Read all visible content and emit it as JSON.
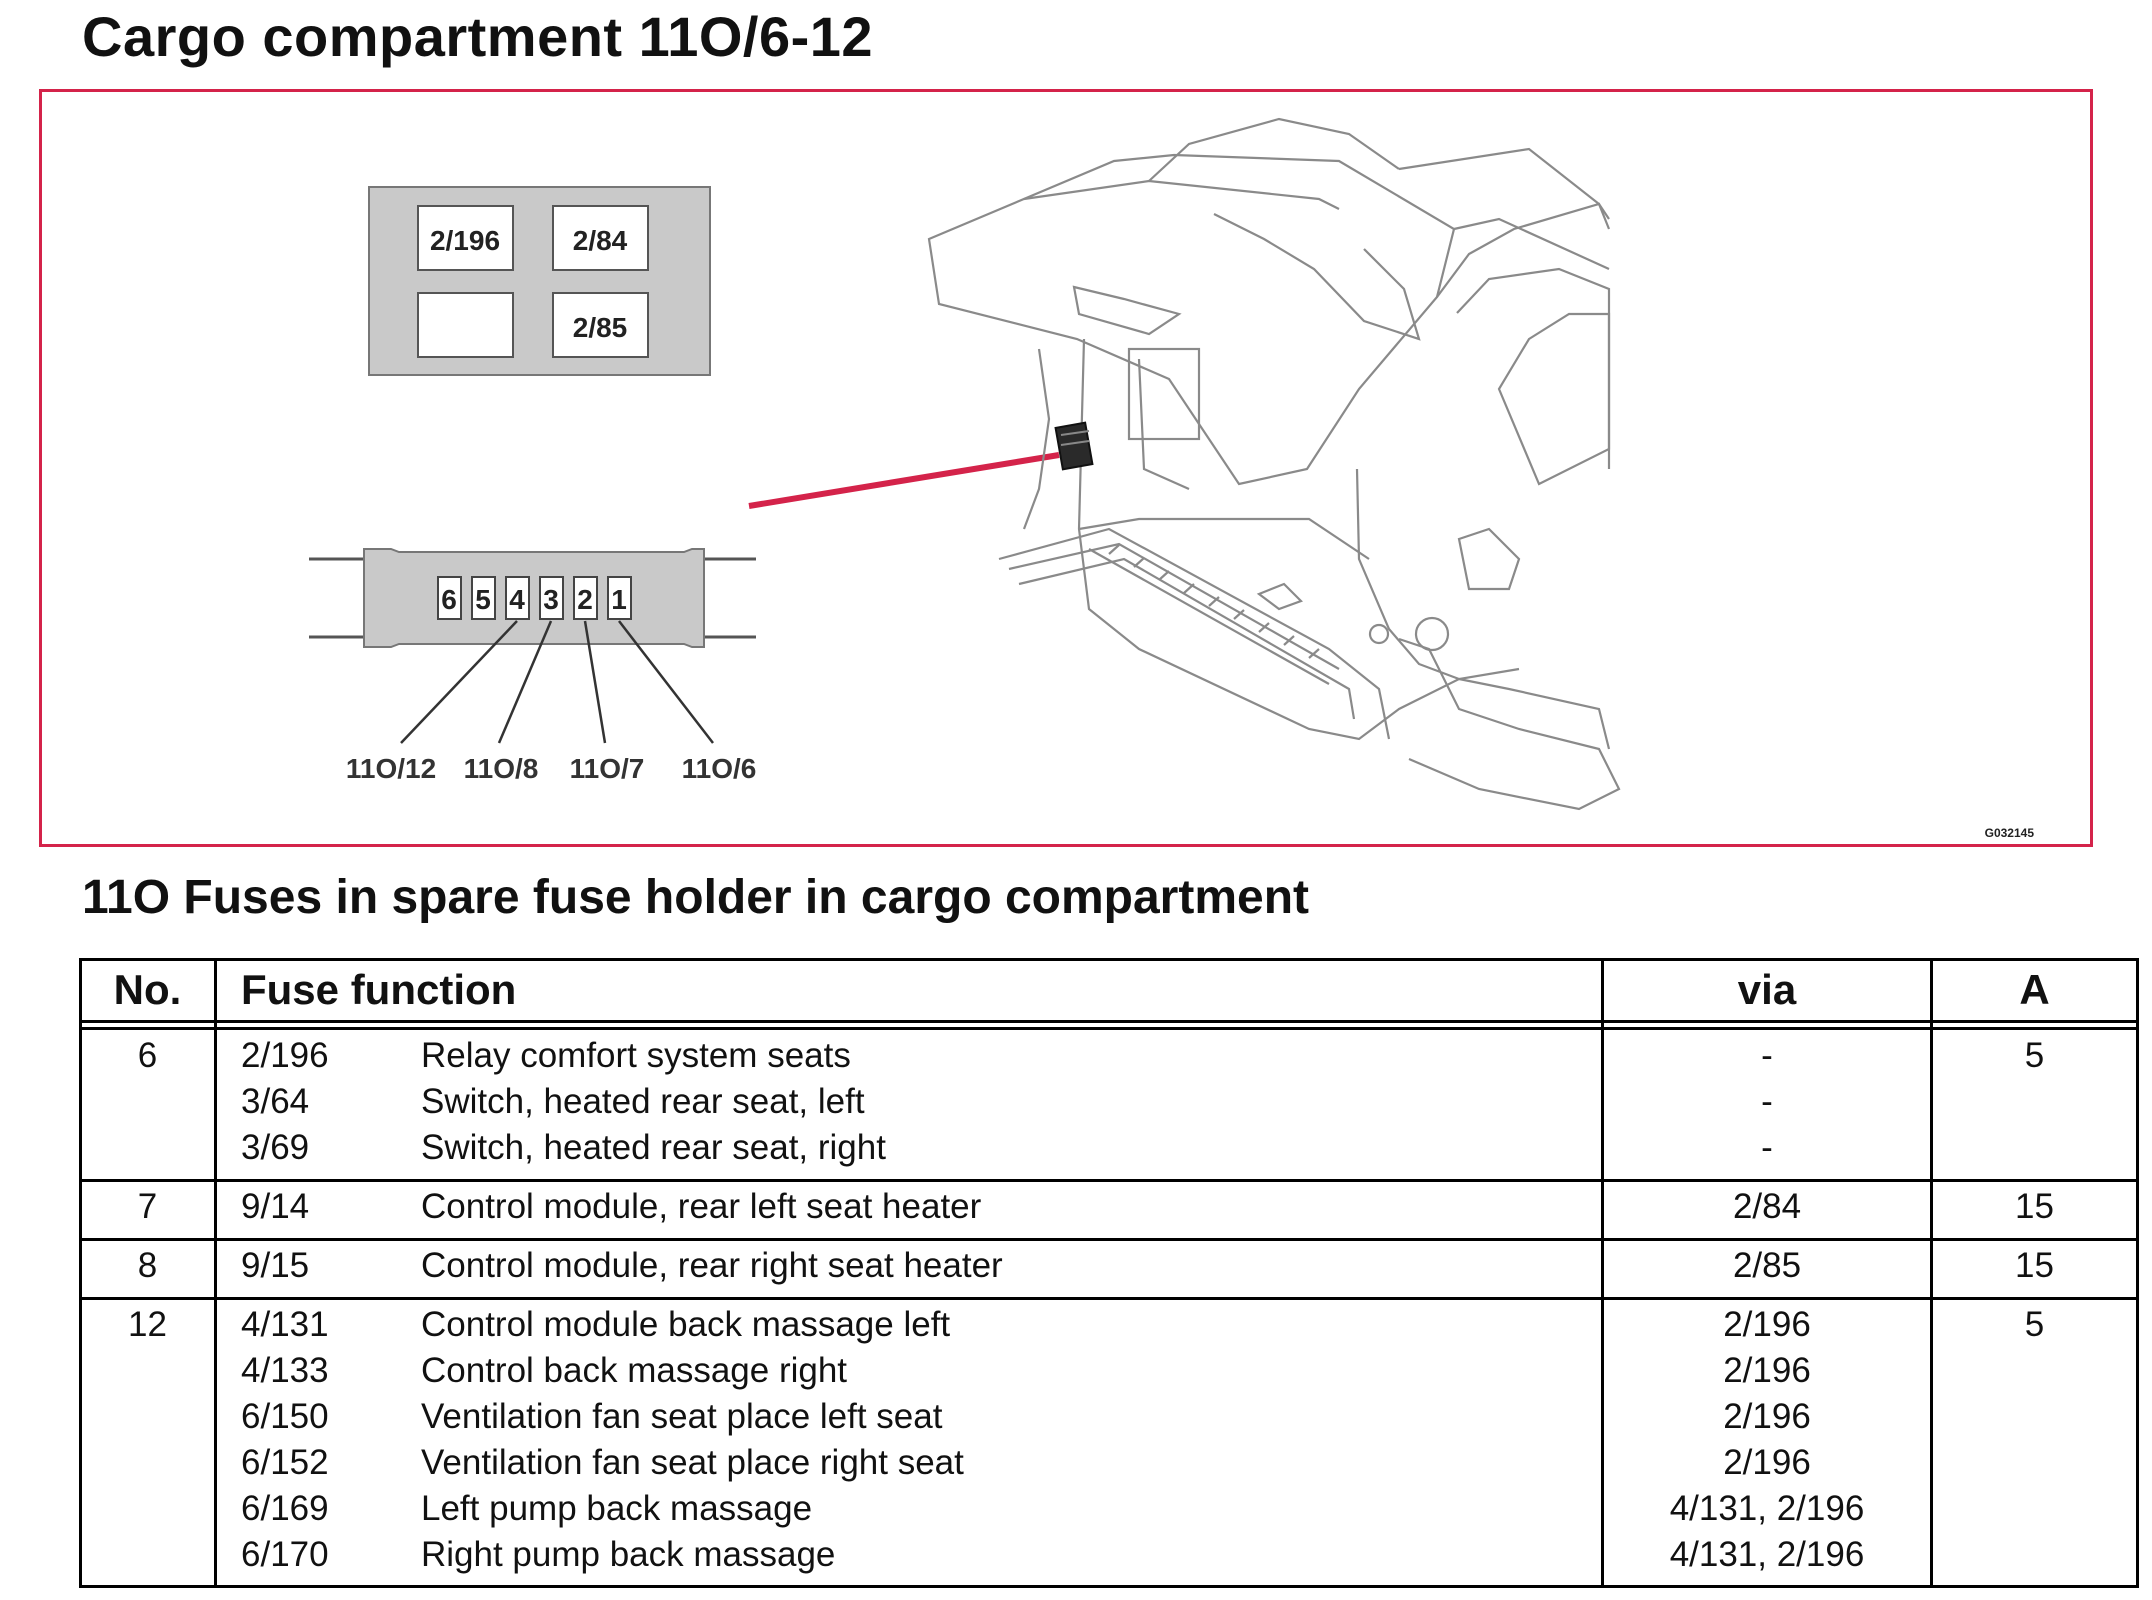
{
  "title": "Cargo compartment 11O/6-12",
  "figure": {
    "box_labels": [
      "2/196",
      "2/84",
      "",
      "2/85"
    ],
    "fuse_slots": [
      "6",
      "5",
      "4",
      "3",
      "2",
      "1"
    ],
    "callouts": [
      "11O/12",
      "11O/8",
      "11O/7",
      "11O/6"
    ],
    "code": "G032145"
  },
  "section_title": "11O Fuses in spare fuse holder in cargo compartment",
  "table": {
    "headers": {
      "no": "No.",
      "function": "Fuse function",
      "via": "via",
      "amps": "A"
    },
    "rows": [
      {
        "no": "6",
        "amps": "5",
        "lines": [
          {
            "code": "2/196",
            "desc": "Relay comfort system seats",
            "via": "-"
          },
          {
            "code": "3/64",
            "desc": "Switch, heated rear seat, left",
            "via": "-"
          },
          {
            "code": "3/69",
            "desc": "Switch, heated rear seat, right",
            "via": "-"
          }
        ]
      },
      {
        "no": "7",
        "amps": "15",
        "lines": [
          {
            "code": "9/14",
            "desc": "Control module, rear left seat heater",
            "via": "2/84"
          }
        ]
      },
      {
        "no": "8",
        "amps": "15",
        "lines": [
          {
            "code": "9/15",
            "desc": "Control module, rear right seat heater",
            "via": "2/85"
          }
        ]
      },
      {
        "no": "12",
        "amps": "5",
        "lines": [
          {
            "code": "4/131",
            "desc": "Control module back massage left",
            "via": "2/196"
          },
          {
            "code": "4/133",
            "desc": "Control back massage right",
            "via": "2/196"
          },
          {
            "code": "6/150",
            "desc": "Ventilation fan seat place left seat",
            "via": "2/196"
          },
          {
            "code": "6/152",
            "desc": "Ventilation fan seat place right seat",
            "via": "2/196"
          },
          {
            "code": "6/169",
            "desc": "Left pump back massage",
            "via": "4/131, 2/196"
          },
          {
            "code": "6/170",
            "desc": "Right pump back massage",
            "via": "4/131, 2/196"
          }
        ]
      }
    ]
  },
  "colors": {
    "frame": "#d4234a",
    "panel": "#c9c9c9"
  }
}
